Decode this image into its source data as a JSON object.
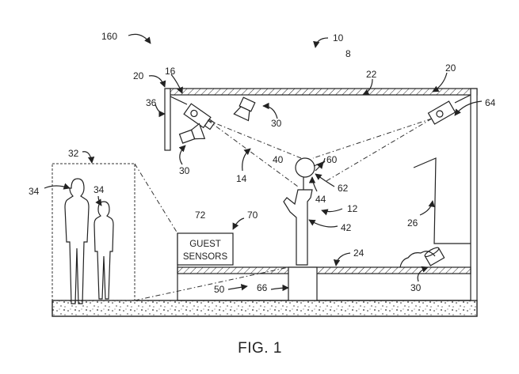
{
  "figure": {
    "caption": "FIG. 1",
    "guest_sensors_label": [
      "GUEST",
      "SENSORS"
    ]
  },
  "refs": {
    "r160": "160",
    "r10": "10",
    "r8": "8",
    "r20_left": "20",
    "r16": "16",
    "r22": "22",
    "r20_right": "20",
    "r64": "64",
    "r36": "36",
    "r30_top": "30",
    "r30_left": "30",
    "r14": "14",
    "r40": "40",
    "r60": "60",
    "r62": "62",
    "r44": "44",
    "r32": "32",
    "r34_left": "34",
    "r34_right": "34",
    "r12": "12",
    "r26": "26",
    "r72": "72",
    "r70": "70",
    "r42": "42",
    "r24": "24",
    "r50": "50",
    "r66": "66",
    "r30_bottom": "30"
  }
}
